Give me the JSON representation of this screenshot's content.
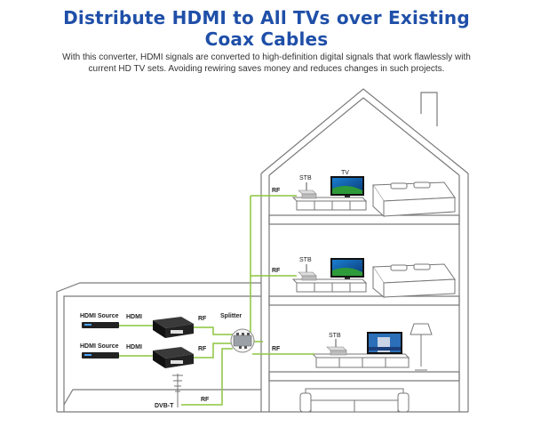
{
  "header": {
    "title_line1": "Distribute HDMI to All TVs over Existing",
    "title_line2": "Coax Cables",
    "description": "With this converter, HDMI signals are converted to high-definition digital signals that work flawlessly with current HD TV sets. Avoiding rewiring saves money and reduces changes in such projects."
  },
  "labels": {
    "hdmi_source_1": "HDMI Source",
    "hdmi_source_2": "HDMI Source",
    "hdmi_1": "HDMI",
    "hdmi_2": "HDMI",
    "rf_conv_1": "RF",
    "rf_conv_2": "RF",
    "splitter": "Splitter",
    "dvbt": "DVB-T",
    "rf_dvbt": "RF",
    "rf_floor_top": "RF",
    "rf_floor_mid": "RF",
    "rf_floor_low": "RF",
    "stb_top": "STB",
    "stb_mid": "STB",
    "stb_low": "STB",
    "tv_top": "TV"
  },
  "colors": {
    "title": "#1f4fa8",
    "cable": "#8cc63f",
    "outline": "#777777"
  }
}
